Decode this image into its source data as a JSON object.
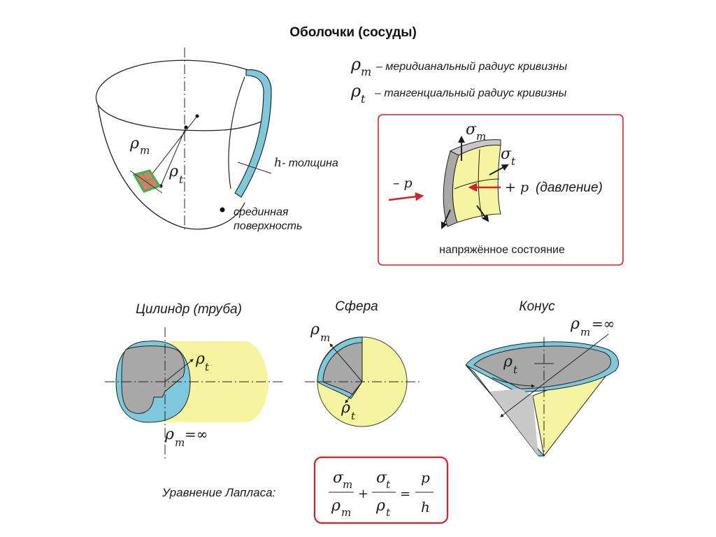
{
  "title": "Оболочки (сосуды)",
  "legend": {
    "rho": "ρ",
    "rho_m_sub": "m",
    "rho_m_text": "– меридианальный радиус кривизны",
    "rho_t_sub": "t",
    "rho_t_text": "– тангенциальный радиус кривизны"
  },
  "vessel": {
    "rho": "ρ",
    "sub_m": "m",
    "sub_t": "t",
    "h_label": "h",
    "thickness_label": "- толщина",
    "midsurface_line1": "срединная",
    "midsurface_line2": "поверхность"
  },
  "stress_box": {
    "sigma": "σ",
    "sub_m": "m",
    "sub_t": "t",
    "minus_p": "– p",
    "plus_p": "+ p",
    "pressure": "(давление)",
    "caption": "напряжённое состояние"
  },
  "shapes": {
    "cylinder": {
      "title": "Цилиндр (труба)",
      "rho": "ρ",
      "sub_t": "t",
      "sub_m": "m",
      "eq_inf": "=∞"
    },
    "sphere": {
      "title": "Сфера",
      "rho": "ρ",
      "sub_m": "m",
      "sub_t": "t"
    },
    "cone": {
      "title": "Конус",
      "rho": "ρ",
      "sub_m": "m",
      "eq_inf": "=∞",
      "sub_t": "t"
    }
  },
  "laplace": {
    "label": "Уравнение Лапласа:",
    "sigma": "σ",
    "rho": "ρ",
    "sub_m": "m",
    "sub_t": "t",
    "plus": "+",
    "equals": "=",
    "p": "p",
    "h": "h"
  },
  "colors": {
    "frame_red": "#d2232a",
    "shell_blue": "#7ec8dc",
    "shell_gray": "#a8a8a8",
    "fill_yellow": "#f5f5a0",
    "arrow_red": "#d2232a",
    "green_patch": "#3cb44b"
  }
}
